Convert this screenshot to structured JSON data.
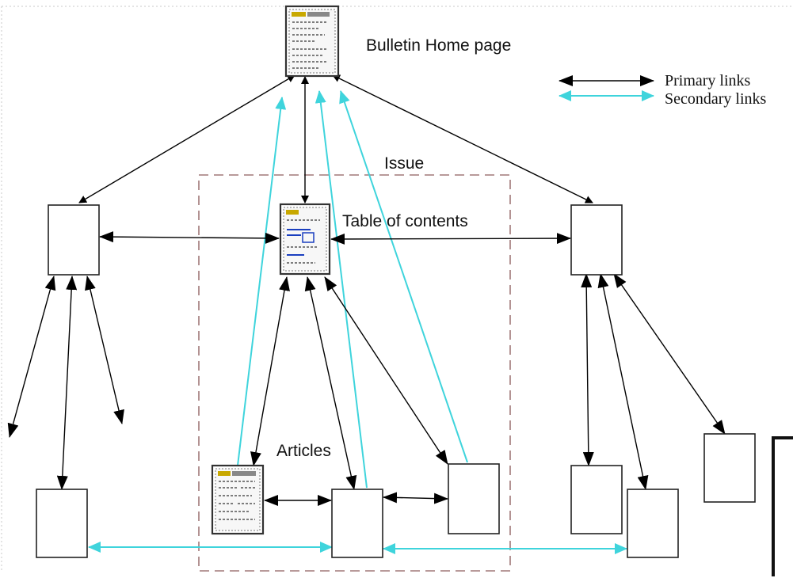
{
  "labels": {
    "home": "Bulletin Home page",
    "issue": "Issue",
    "toc": "Table of contents",
    "articles": "Articles"
  },
  "legend": {
    "primary": "Primary links",
    "secondary": "Secondary links"
  },
  "colors": {
    "primary_link": "#000000",
    "secondary_link": "#3fd4dc",
    "issue_border": "#a07878"
  }
}
